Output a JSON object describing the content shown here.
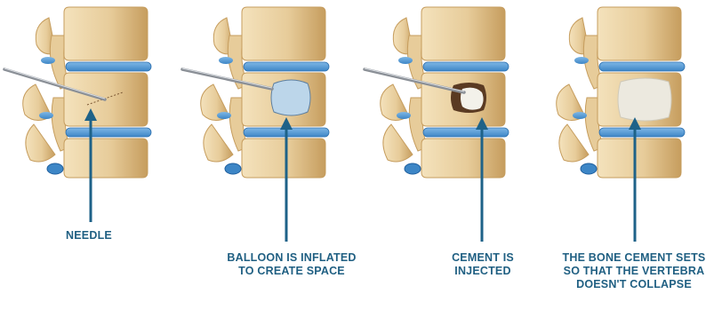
{
  "diagram": {
    "colors": {
      "bone": "#e7cc9a",
      "bone_shade": "#c69d5e",
      "disc": "#3d86c6",
      "disc_light": "#7fb7e6",
      "arrow": "#1e6288",
      "label": "#1f5f82",
      "needle": "#8a8f96",
      "balloon": "#bcd6ea",
      "cement": "#f3f1ea"
    },
    "steps": [
      {
        "label_lines": [
          "NEEDLE"
        ]
      },
      {
        "label_lines": [
          "BALLOON IS INFLATED",
          "TO CREATE SPACE"
        ]
      },
      {
        "label_lines": [
          "CEMENT IS",
          "INJECTED"
        ]
      },
      {
        "label_lines": [
          "THE BONE CEMENT SETS",
          "SO THAT THE VERTEBRA",
          "DOESN'T COLLAPSE"
        ]
      }
    ]
  }
}
